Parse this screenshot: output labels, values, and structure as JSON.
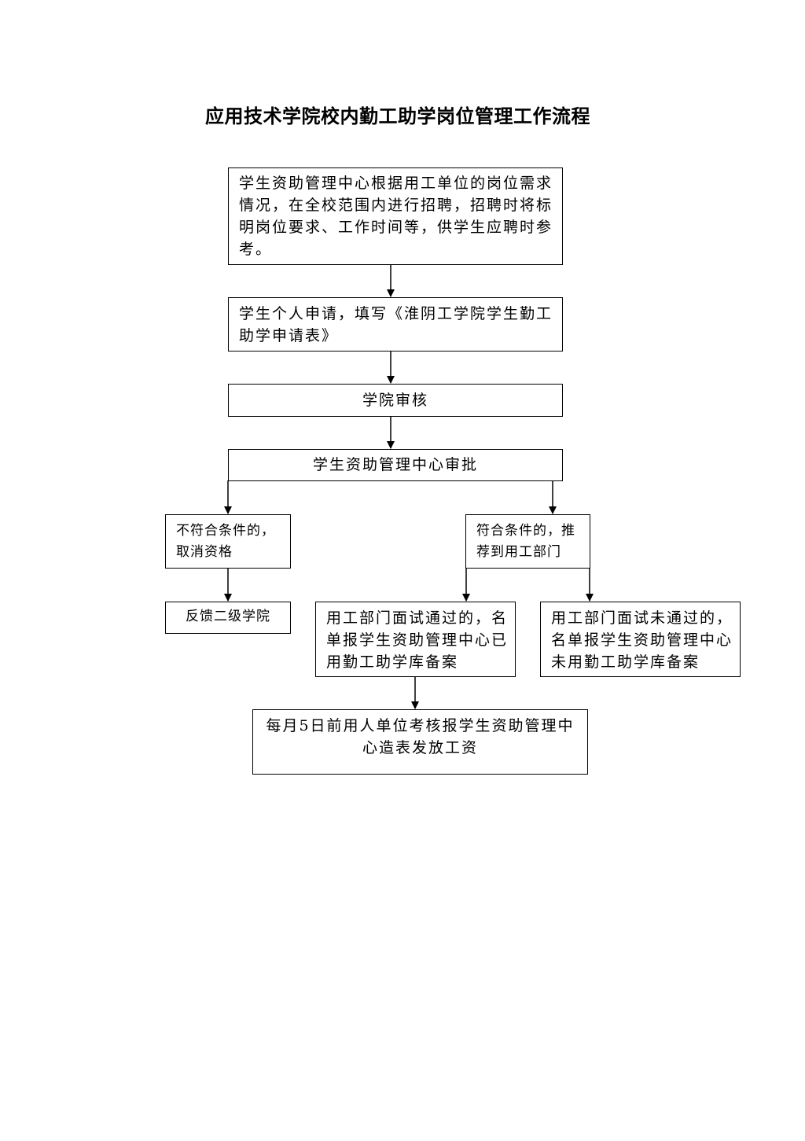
{
  "title": "应用技术学院校内勤工助学岗位管理工作流程",
  "steps": {
    "recruit": "学生资助管理中心根据用工单位的岗位需求情况，在全校范围内进行招聘，招聘时将标明岗位要求、工作时间等，供学生应聘时参考。",
    "apply": "学生个人申请，填写《淮阴工学院学生勤工助学申请表》",
    "college_review": "学院审核",
    "center_approve": "学生资助管理中心审批",
    "not_qualified": "不符合条件的，取消资格",
    "feedback": "反馈二级学院",
    "qualified": "符合条件的，推荐到用工部门",
    "interview_pass": "用工部门面试通过的，名单报学生资助管理中心已用勤工助学库备案",
    "interview_fail": "用工部门面试未通过的，名单报学生资助管理中心未用勤工助学库备案",
    "salary": "每月5日前用人单位考核报学生资助管理中心造表发放工资"
  }
}
